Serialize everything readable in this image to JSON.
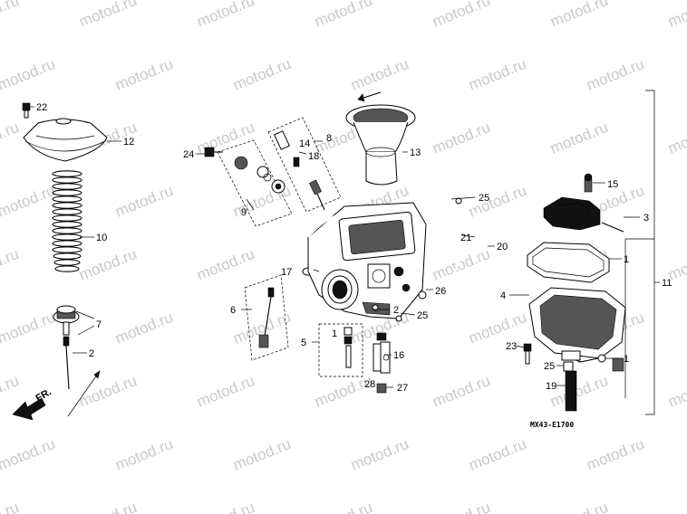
{
  "labels": {
    "fr": "FR.",
    "diagram_code": "MX43-E1700",
    "watermark": "motod.ru"
  },
  "callouts": [
    {
      "id": "c22",
      "text": "22"
    },
    {
      "id": "c12",
      "text": "12"
    },
    {
      "id": "c10",
      "text": "10"
    },
    {
      "id": "c7",
      "text": "7"
    },
    {
      "id": "c2a",
      "text": "2"
    },
    {
      "id": "c24",
      "text": "24"
    },
    {
      "id": "c9",
      "text": "9"
    },
    {
      "id": "c14",
      "text": "14"
    },
    {
      "id": "c8",
      "text": "8"
    },
    {
      "id": "c18",
      "text": "18"
    },
    {
      "id": "c13",
      "text": "13"
    },
    {
      "id": "c25a",
      "text": "25"
    },
    {
      "id": "c21",
      "text": "21"
    },
    {
      "id": "c20",
      "text": "20"
    },
    {
      "id": "c17",
      "text": "17"
    },
    {
      "id": "c26",
      "text": "26"
    },
    {
      "id": "c25b",
      "text": "25"
    },
    {
      "id": "c2b",
      "text": "2"
    },
    {
      "id": "c6",
      "text": "6"
    },
    {
      "id": "c5",
      "text": "5"
    },
    {
      "id": "c1a",
      "text": "1"
    },
    {
      "id": "c16",
      "text": "16"
    },
    {
      "id": "c28",
      "text": "28"
    },
    {
      "id": "c27",
      "text": "27"
    },
    {
      "id": "c15",
      "text": "15"
    },
    {
      "id": "c3",
      "text": "3"
    },
    {
      "id": "c1b",
      "text": "1"
    },
    {
      "id": "c4",
      "text": "4"
    },
    {
      "id": "c11",
      "text": "11"
    },
    {
      "id": "c23",
      "text": "23"
    },
    {
      "id": "c1c",
      "text": "1"
    },
    {
      "id": "c25c",
      "text": "25"
    },
    {
      "id": "c19",
      "text": "19"
    }
  ]
}
